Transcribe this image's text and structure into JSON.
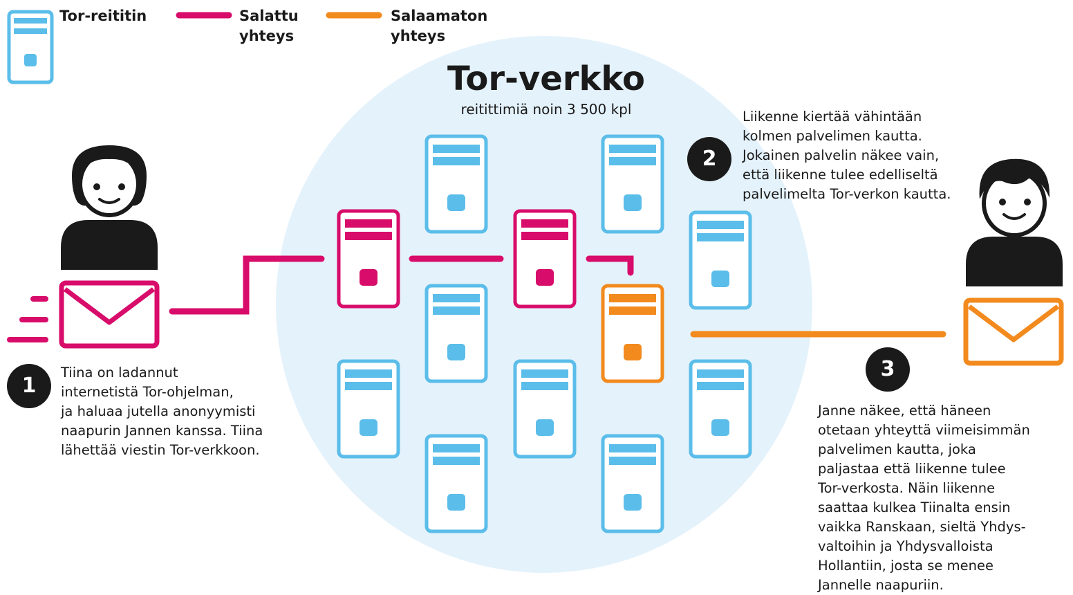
{
  "legend": {
    "router": "Tor-reititin",
    "encrypted_line1": "Salattu",
    "encrypted_line2": "yhteys",
    "unencrypted_line1": "Salaamaton",
    "unencrypted_line2": "yhteys"
  },
  "network": {
    "title": "Tor-verkko",
    "subtitle": "reitittimiä noin 3 500 kpl"
  },
  "steps": [
    {
      "number": "1",
      "lines": [
        "Tiina on ladannut",
        "internetistä Tor-ohjelman,",
        "ja haluaa jutella anonyymisti",
        "naapurin Jannen kanssa. Tiina",
        "lähettää viestin Tor-verkkoon."
      ]
    },
    {
      "number": "2",
      "lines": [
        "Liikenne kiertää vähintään",
        "kolmen palvelimen kautta.",
        "Jokainen palvelin näkee vain,",
        "että liikenne tulee edelliseltä",
        "palvelimelta Tor-verkon kautta."
      ]
    },
    {
      "number": "3",
      "lines": [
        "Janne näkee, että häneen",
        "otetaan yhteyttä viimeisimmän",
        "palvelimen kautta, joka",
        "paljastaa että liikenne tulee",
        "Tor-verkosta. Näin liikenne",
        "saattaa kulkea Tiinalta ensin",
        "vaikka Ranskaan, sieltä Yhdys-",
        "valtoihin ja Yhdysvalloista",
        "Hollantiin, josta se menee",
        "Jannelle naapuriin."
      ]
    }
  ],
  "colors": {
    "router": "#5bbde9",
    "encrypted": "#d80c6a",
    "unencrypted": "#f28a1e",
    "network_bg": "#e4f2fb",
    "person": "#1a1a1a"
  },
  "icons": {
    "router": "server-icon",
    "person": "person-icon",
    "message": "envelope-icon"
  }
}
